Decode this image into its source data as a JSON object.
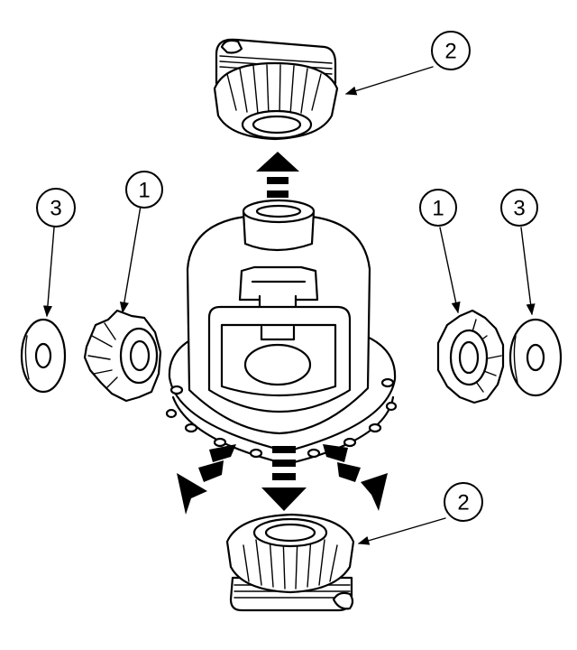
{
  "callouts": [
    {
      "label": "1"
    },
    {
      "label": "2"
    },
    {
      "label": "3"
    },
    {
      "label": "1"
    },
    {
      "label": "3"
    },
    {
      "label": "2"
    }
  ],
  "colors": {
    "line": "#000000",
    "background": "#ffffff"
  }
}
